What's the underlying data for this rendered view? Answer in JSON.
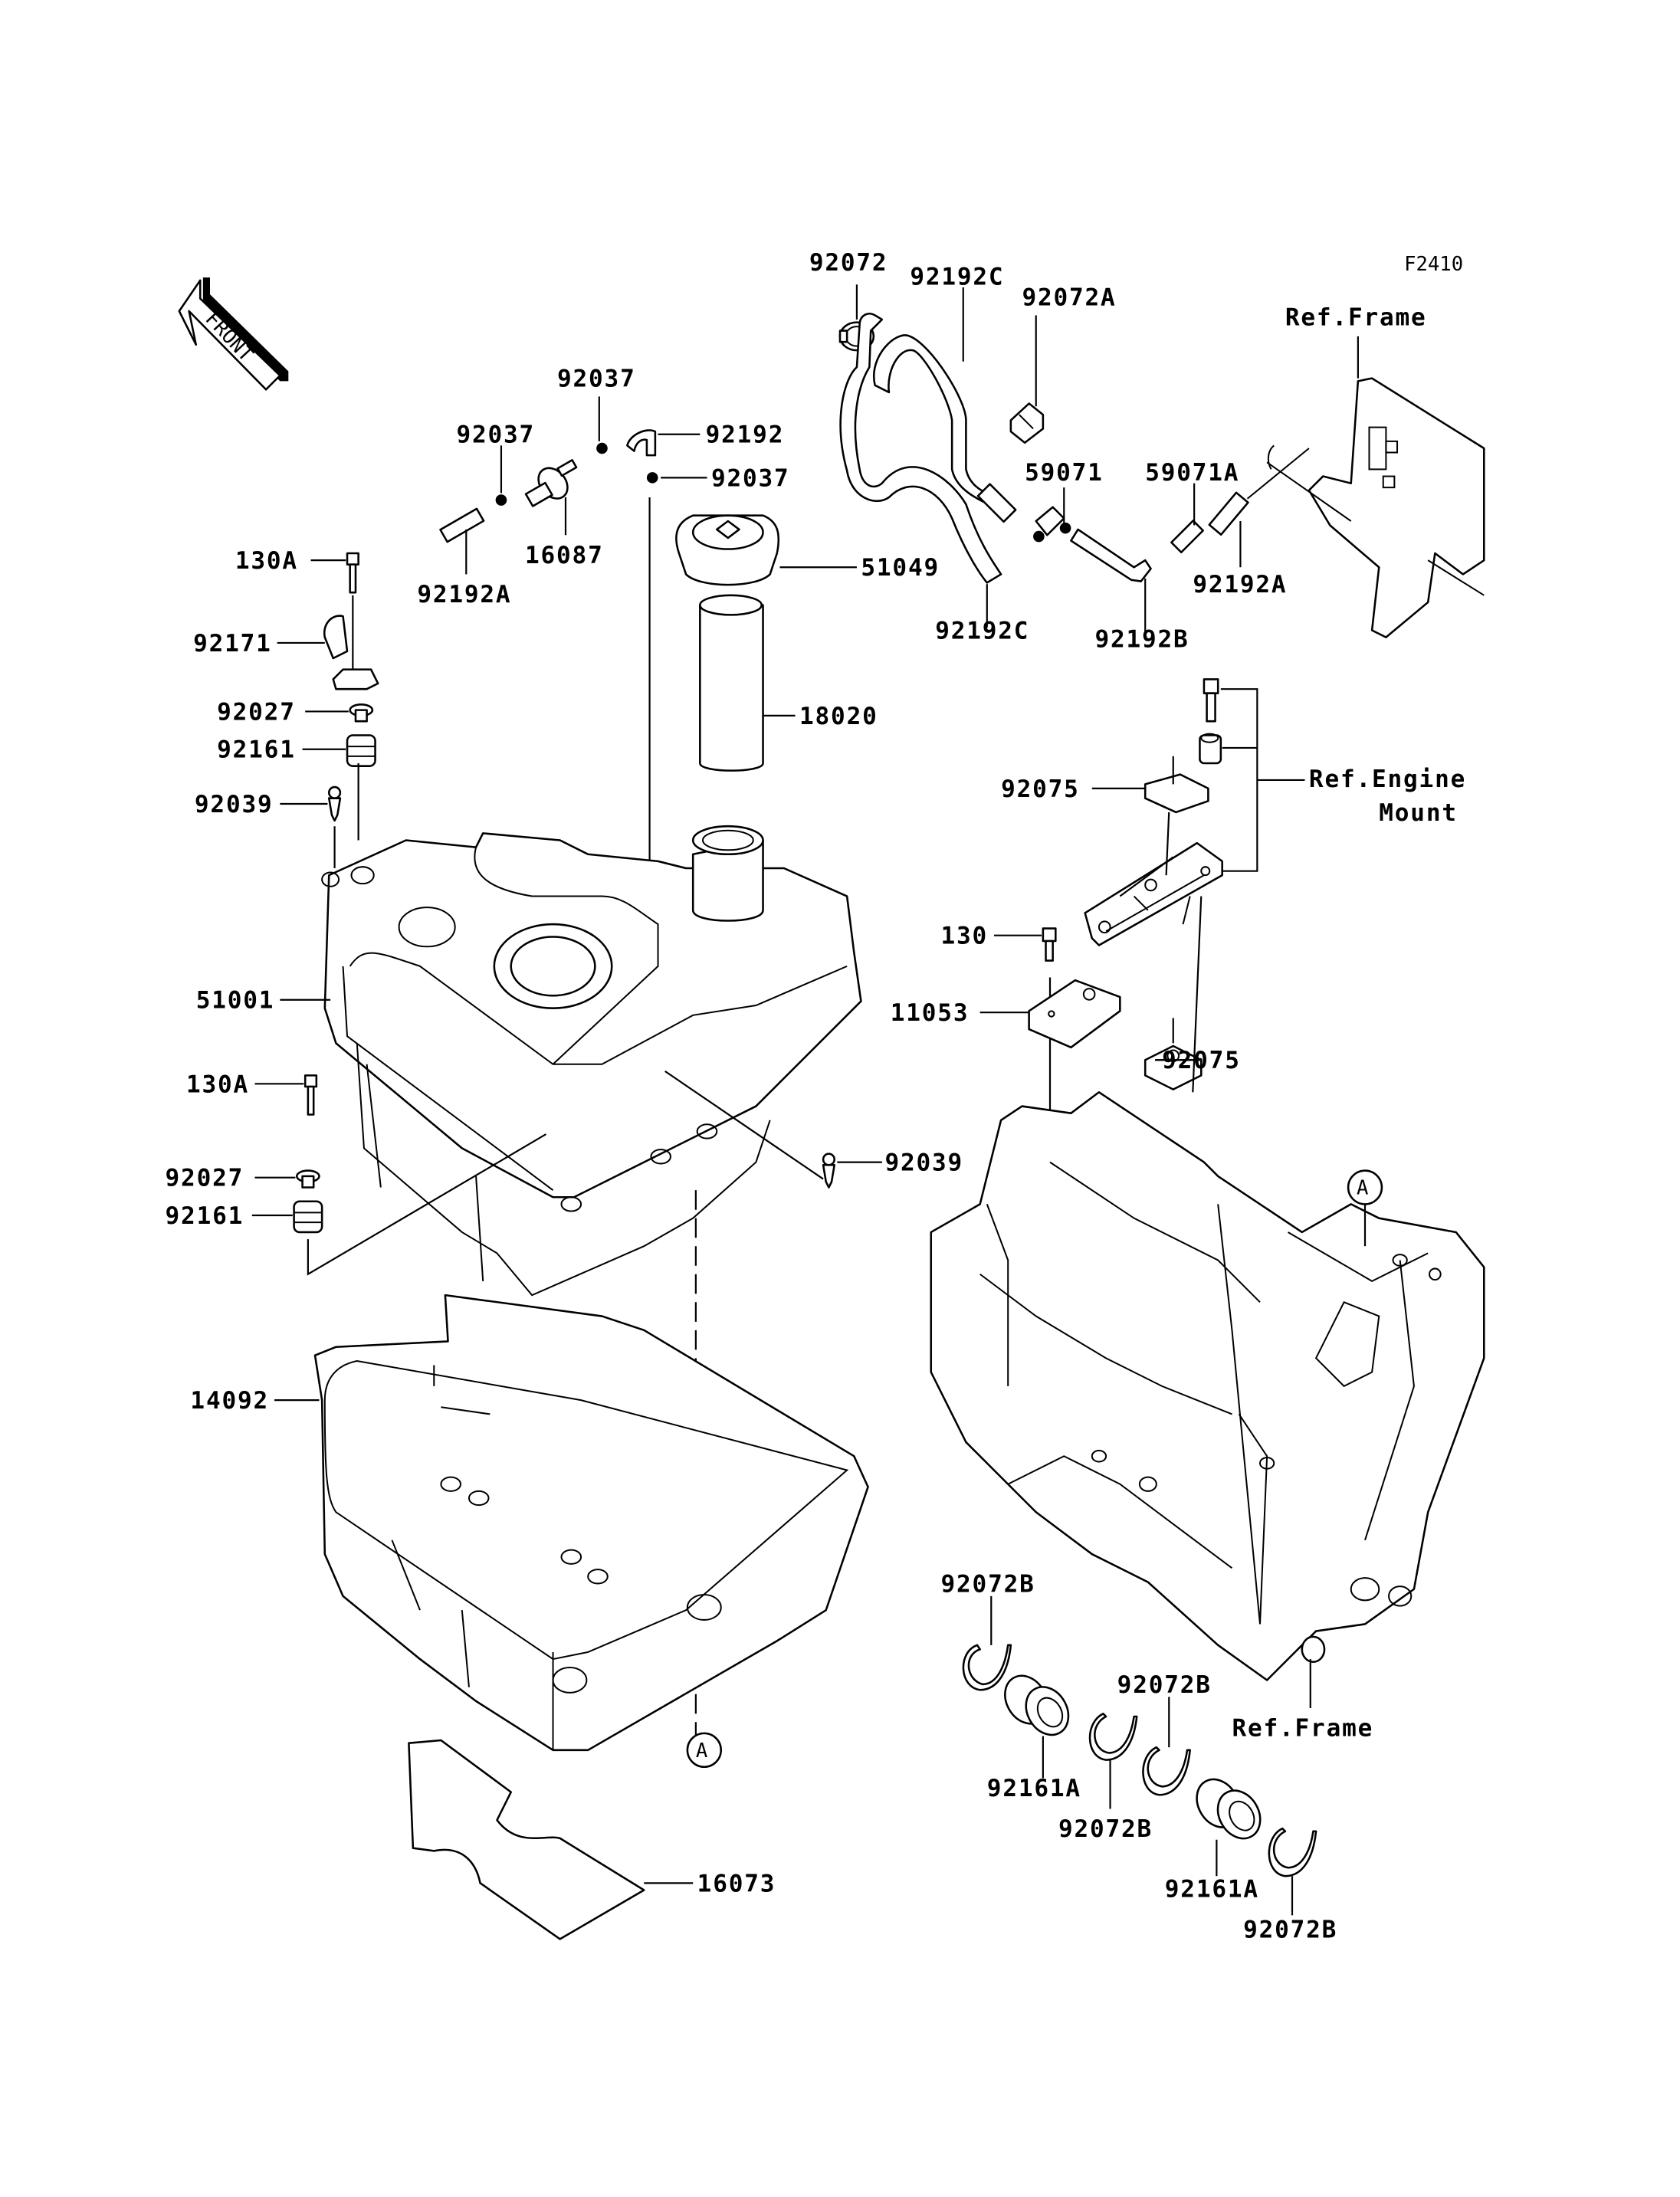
{
  "diagram": {
    "figure_code": "F2410",
    "front_indicator": "FRONT",
    "reference_marker": "A",
    "reference_marker_bottom": "A"
  },
  "labels": {
    "p92072": "92072",
    "p92192C_top": "92192C",
    "p92072A": "92072A",
    "ref_frame_top": "Ref.Frame",
    "p92037_a": "92037",
    "p92037_b": "92037",
    "p92192": "92192",
    "p92037_c": "92037",
    "p59071": "59071",
    "p59071A": "59071A",
    "p130A_top": "130A",
    "p92192A_left": "92192A",
    "p16087": "16087",
    "p51049": "51049",
    "p92192C_bottom": "92192C",
    "p92192B": "92192B",
    "p92192A_right": "92192A",
    "p92171": "92171",
    "p92027_top": "92027",
    "p18020": "18020",
    "p92161_top": "92161",
    "p92075_top": "92075",
    "ref_engine_mount_line1": "Ref.Engine",
    "ref_engine_mount_line2": "Mount",
    "p92039_left": "92039",
    "p130": "130",
    "p51001": "51001",
    "p11053": "11053",
    "p92075_bottom": "92075",
    "p130A_bottom": "130A",
    "p92039_right": "92039",
    "p92027_bottom": "92027",
    "p92161_bottom": "92161",
    "p14092": "14092",
    "p92072B_1": "92072B",
    "p92072B_2": "92072B",
    "p92072B_3": "92072B",
    "p92072B_4": "92072B",
    "p92161A_1": "92161A",
    "p92161A_2": "92161A",
    "ref_frame_bottom": "Ref.Frame",
    "p16073": "16073"
  }
}
